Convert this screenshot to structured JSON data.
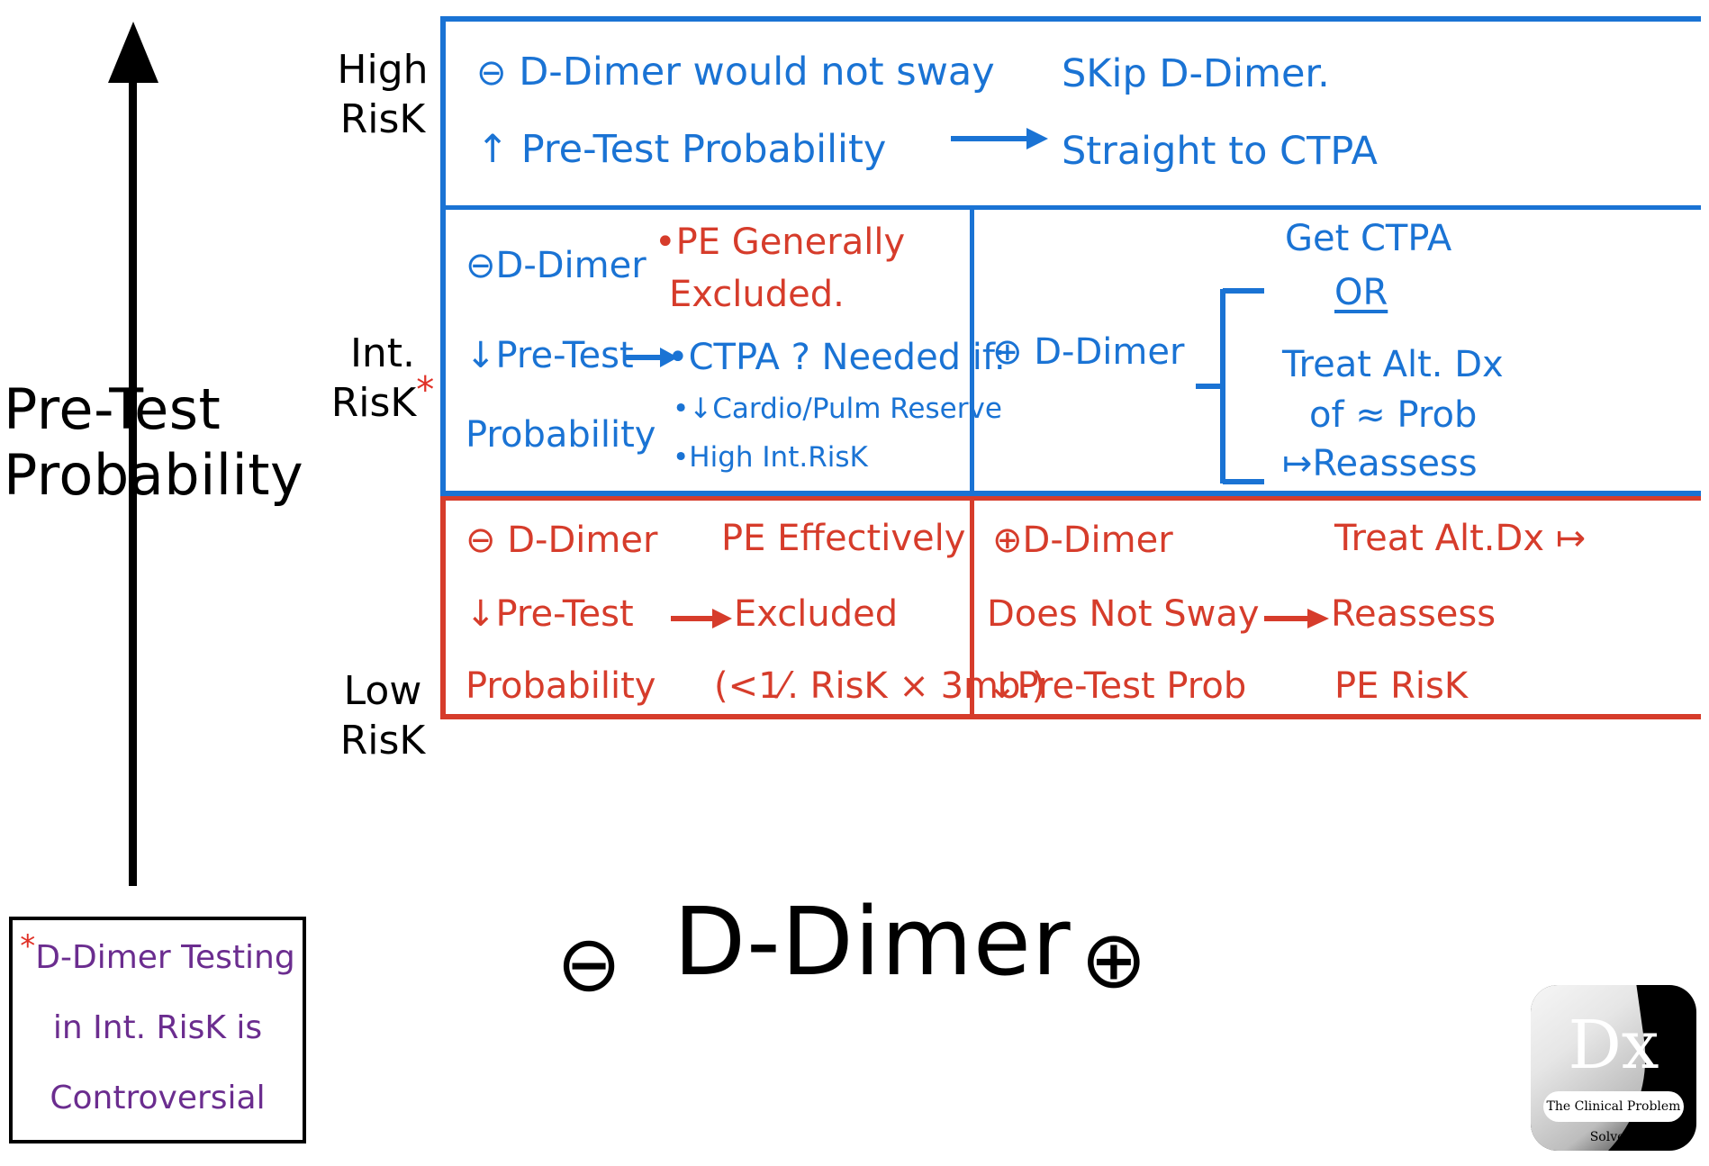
{
  "axes": {
    "y_title_line1": "Pre-Test",
    "y_title_line2": "Probability",
    "x_title": "D-Dimer",
    "x_minus_symbol": "⊖",
    "x_plus_symbol": "⊕"
  },
  "row_labels": {
    "high": {
      "line1": "High",
      "line2": "RisK"
    },
    "int": {
      "line1": "Int.",
      "line2": "RisK",
      "footnote_marker": "*"
    },
    "low": {
      "line1": "Low",
      "line2": "RisK"
    }
  },
  "cells": {
    "high_neg": {
      "line1_symbol": "⊖",
      "line1": "D-Dimer would not sway",
      "line2_symbol": "↑",
      "line2": "Pre-Test   Probability",
      "arrow": "→"
    },
    "high_pos": {
      "line1": "SKip D-Dimer.",
      "line2": "Straight to CTPA"
    },
    "int_neg": {
      "symbol": "⊖",
      "label_line1": "D-Dimer",
      "down_arrow": "↓",
      "label_line2": "Pre-Test",
      "label_line3": "Probability",
      "arrow": "→",
      "bullet1_line1": "PE Generally",
      "bullet1_line2": "Excluded.",
      "bullet2": "CTPA ? Needed if:",
      "sub1_arrow": "↓",
      "sub1": "Cardio/Pulm Reserve",
      "sub2": "High Int.RisK"
    },
    "int_pos": {
      "symbol": "⊕",
      "label": "D-Dimer",
      "option1": "Get CTPA",
      "connector": "OR",
      "option2_line1": "Treat Alt. Dx",
      "option2_line2": "of ≈ Prob",
      "option2_line3_arrow": "↦",
      "option2_line3": "Reassess"
    },
    "low_neg": {
      "symbol": "⊖",
      "label_line1": "D-Dimer",
      "down_arrow": "↓",
      "label_line2": "Pre-Test",
      "label_line3": "Probability",
      "arrow": "→",
      "result_line1": "PE Effectively",
      "result_line2": "Excluded",
      "result_line3": "(<1⁄. RisK × 3mo.)"
    },
    "low_pos": {
      "symbol": "⊕",
      "label_line1": "D-Dimer",
      "label_line2": "Does Not Sway",
      "down_arrow": "↓",
      "label_line3": "Pre-Test Prob",
      "arrow": "→",
      "result_line1": "Treat Alt.Dx ↦",
      "result_line2": "Reassess",
      "result_line3": "PE RisK"
    }
  },
  "footnote": {
    "marker": "*",
    "line1": "D-Dimer Testing",
    "line2": "in Int. RisK is",
    "line3": "Controversial"
  },
  "logo": {
    "mark": "Dx",
    "caption": "The Clinical Problem Solvers"
  },
  "colors": {
    "blue": "#1a73d4",
    "red": "#d63c2b",
    "purple": "#6b2d8f",
    "black": "#000000"
  }
}
